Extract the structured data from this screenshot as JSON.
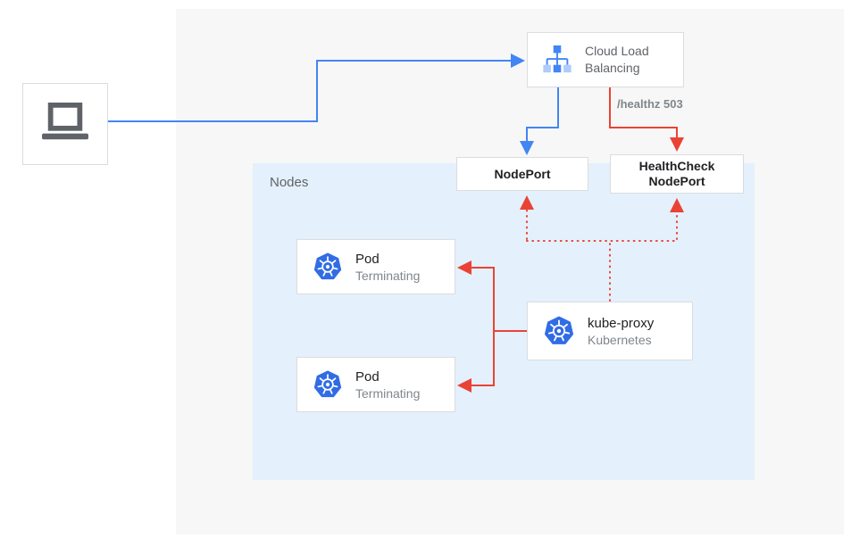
{
  "diagram": {
    "client": {
      "icon": "laptop-icon"
    },
    "cloud_load_balancing": {
      "label": "Cloud Load Balancing",
      "icon": "cloud-load-balancing-icon"
    },
    "healthz_badge": "/healthz 503",
    "nodeport": {
      "label": "NodePort"
    },
    "healthcheck_nodeport": {
      "label": "HealthCheck\nNodePort"
    },
    "nodes_panel": {
      "label": "Nodes"
    },
    "pods": [
      {
        "title": "Pod",
        "status": "Terminating",
        "icon": "kubernetes-icon"
      },
      {
        "title": "Pod",
        "status": "Terminating",
        "icon": "kubernetes-icon"
      }
    ],
    "kube_proxy": {
      "title": "kube-proxy",
      "subtitle": "Kubernetes",
      "icon": "kubernetes-icon"
    },
    "connections": [
      {
        "from": "client",
        "to": "cloud-load-balancing",
        "style": "solid",
        "color": "#4285f4"
      },
      {
        "from": "cloud-load-balancing",
        "to": "nodeport",
        "style": "solid",
        "color": "#4285f4"
      },
      {
        "from": "cloud-load-balancing",
        "to": "healthcheck-nodeport",
        "style": "solid",
        "color": "#ea4335",
        "label": "/healthz 503"
      },
      {
        "from": "kube-proxy",
        "to": "pod-terminating-1",
        "style": "solid",
        "color": "#ea4335"
      },
      {
        "from": "kube-proxy",
        "to": "pod-terminating-2",
        "style": "solid",
        "color": "#ea4335"
      },
      {
        "from": "kube-proxy",
        "to": "nodeport",
        "style": "dotted",
        "color": "#ea4335"
      },
      {
        "from": "kube-proxy",
        "to": "healthcheck-nodeport",
        "style": "dotted",
        "color": "#ea4335"
      }
    ],
    "colors": {
      "blue_arrow": "#4285f4",
      "red_arrow": "#ea4335",
      "nodes_panel_bg": "#e4f0fb",
      "outer_panel_bg": "#f7f7f7",
      "box_border": "#dadce0",
      "text_primary": "#202124",
      "text_secondary": "#80868b",
      "kubernetes_blue": "#326ce5"
    }
  }
}
